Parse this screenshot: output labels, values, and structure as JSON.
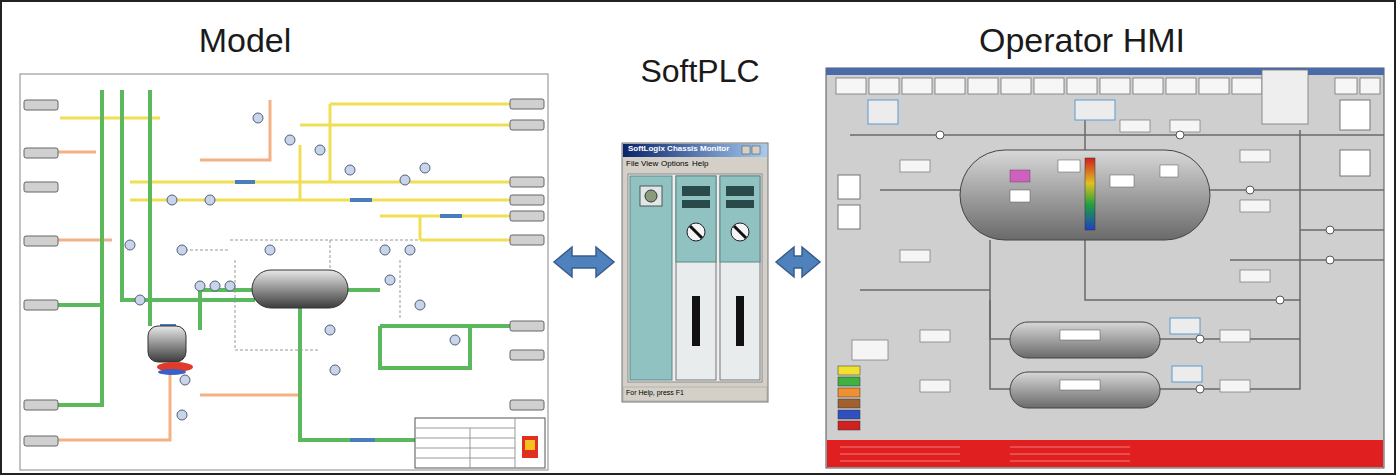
{
  "diagram": {
    "nodes": [
      {
        "text": [
          "Model"
        ]
      },
      {
        "text": [
          "SoftPLC"
        ]
      },
      {
        "text": [
          "Operator HMI"
        ]
      }
    ],
    "edges": [
      {
        "from": 0,
        "to": 1,
        "arrow": "both"
      },
      {
        "from": 1,
        "to": 2,
        "arrow": "both"
      }
    ],
    "labels": [
      "SoftLogix Chassis Monitor",
      "File",
      "View",
      "Options",
      "Help",
      "For Help, press F1"
    ]
  }
}
